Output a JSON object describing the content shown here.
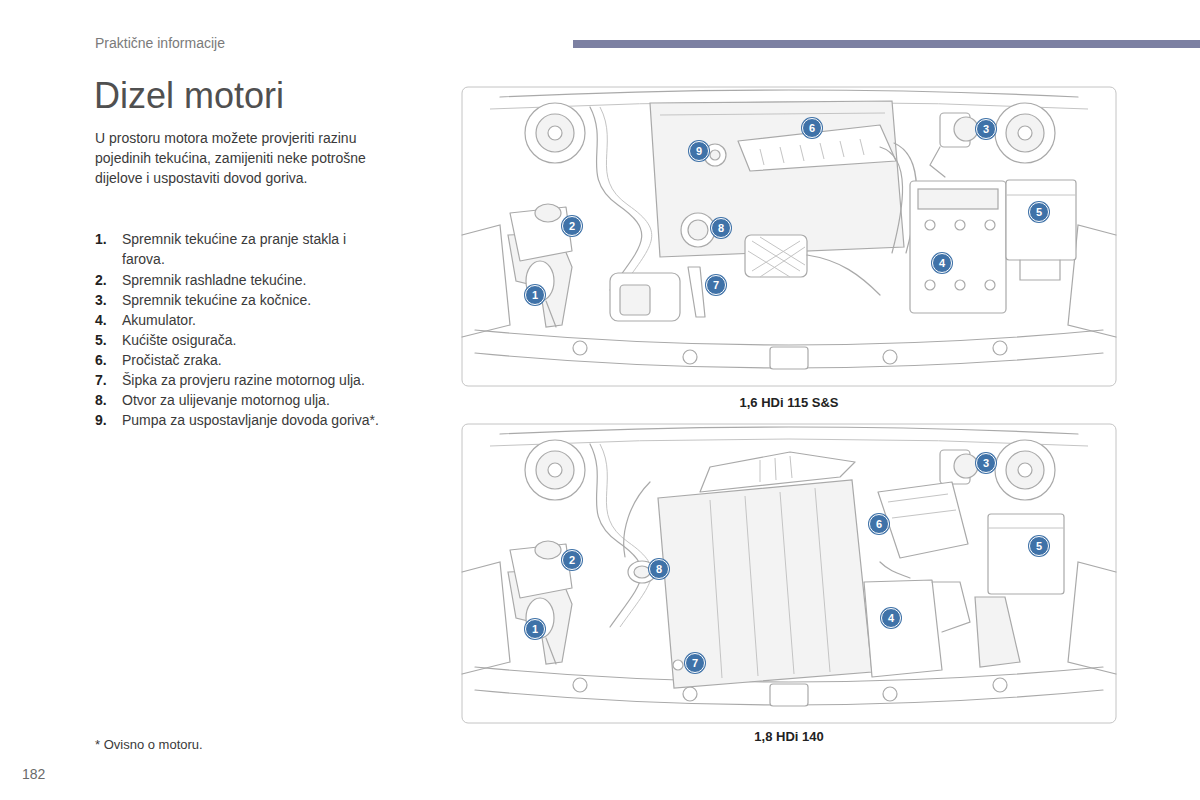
{
  "diagram": {
    "title": "Dizel motori",
    "labels": [
      "Praktične informacije",
      "U prostoru motora možete provjeriti razinu pojedinih tekućina, zamijeniti neke potrošne dijelove i uspostaviti dovod goriva.",
      "1.",
      "Spremnik tekućine za pranje stakla i farova.",
      "2.",
      "Spremnik rashladne tekućine.",
      "3.",
      "Spremnik tekućine za kočnice.",
      "4.",
      "Akumulator.",
      "5.",
      "Kućište osigurača.",
      "6.",
      "Pročistač zraka.",
      "7.",
      "Šipka za provjeru razine motornog ulja.",
      "8.",
      "Otvor za ulijevanje motornog ulja.",
      "9.",
      "Pumpa za uspostavljanje dovoda goriva*.",
      "6",
      "9",
      "3",
      "2",
      "8",
      "5",
      "4",
      "1",
      "7",
      "1,6 HDi 115 S&S",
      "3",
      "2",
      "8",
      "6",
      "5",
      "4",
      "1",
      "7",
      "1,8 HDi 140",
      "* Ovisno o motoru.",
      "182"
    ]
  }
}
